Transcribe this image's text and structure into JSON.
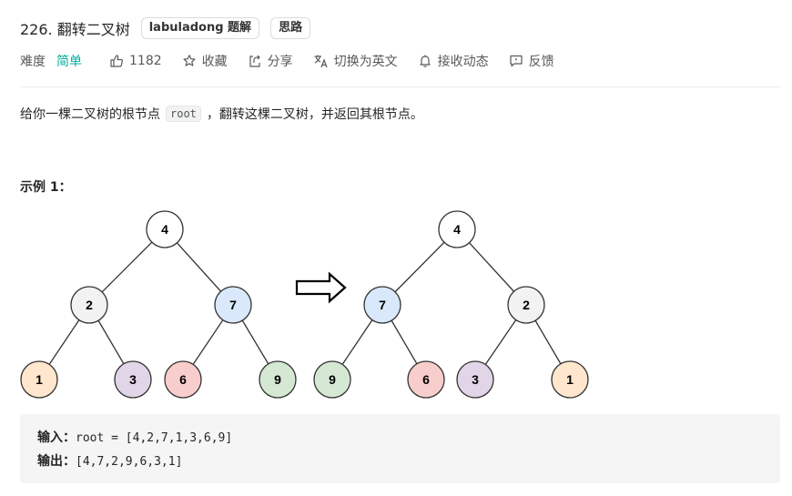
{
  "problem": {
    "title": "226. 翻转二叉树",
    "tags": [
      "labuladong 题解",
      "思路"
    ]
  },
  "meta": {
    "difficulty_label": "难度",
    "difficulty_value": "简单",
    "likes": "1182",
    "favorite": "收藏",
    "share": "分享",
    "translate": "切换为英文",
    "subscribe": "接收动态",
    "feedback": "反馈",
    "colors": {
      "difficulty": "#00af9b"
    }
  },
  "description": {
    "before": "给你一棵二叉树的根节点",
    "code": "root",
    "after": "，翻转这棵二叉树，并返回其根节点。"
  },
  "example": {
    "title": "示例 1：",
    "input_label": "输入：",
    "input_value": "root = [4,2,7,1,3,6,9]",
    "output_label": "输出：",
    "output_value": "[4,7,2,9,6,3,1]"
  },
  "trees": {
    "before": [
      "4",
      "2",
      "7",
      "1",
      "3",
      "6",
      "9"
    ],
    "after": [
      "4",
      "7",
      "2",
      "9",
      "6",
      "3",
      "1"
    ],
    "node_colors": {
      "4": "#ffffff",
      "2": "#f2f2f2",
      "7": "#dae8fc",
      "1": "#ffe6cc",
      "3": "#e1d5e7",
      "6": "#f8cecc",
      "9": "#d5e8d4"
    }
  }
}
